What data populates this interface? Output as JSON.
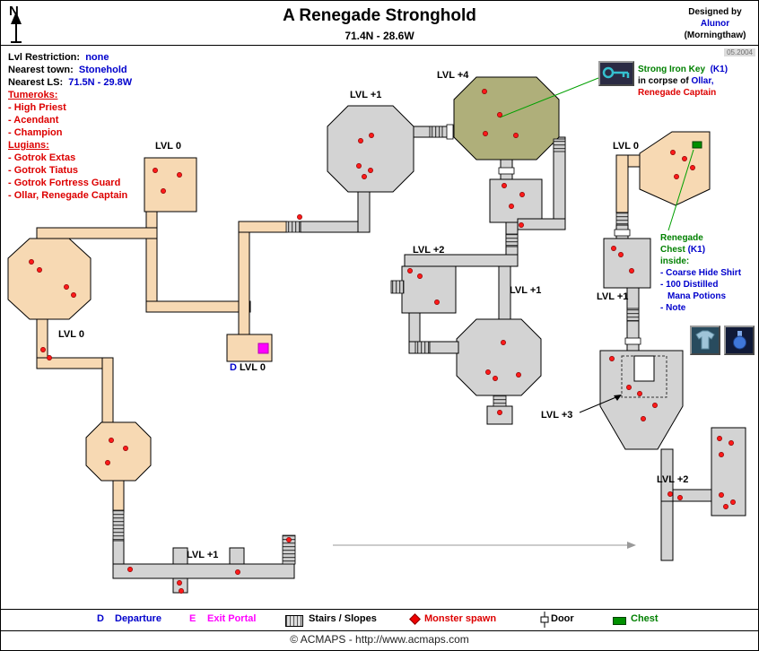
{
  "header": {
    "compass": "N",
    "title": "A Renegade Stronghold",
    "coords": "71.4N - 28.6W",
    "designed_by": "Designed by",
    "designer": "Alunor",
    "world": "(Morningthaw)",
    "date": "05.2004"
  },
  "info": {
    "restriction_label": "Lvl Restriction:",
    "restriction_value": "none",
    "town_label": "Nearest town:",
    "town_value": "Stonehold",
    "ls_label": "Nearest LS:",
    "ls_value": "71.5N - 29.8W",
    "tumeroks_header": "Tumeroks:",
    "tumeroks": [
      "- High Priest",
      "- Acendant",
      "- Champion"
    ],
    "lugians_header": "Lugians:",
    "lugians": [
      "- Gotrok Extas",
      "- Gotrok Tiatus",
      "- Gotrok Fortress Guard",
      "- Ollar, Renegade Captain"
    ]
  },
  "key_note": {
    "name": "Strong Iron Key",
    "key_id": "(K1)",
    "prefix": "in corpse of",
    "owner": "Ollar,",
    "owner_title": "Renegade Captain"
  },
  "chest_note": {
    "line1": "Renegade",
    "line2": "Chest",
    "key_id": "(K1)",
    "inside": "inside:",
    "items": [
      "- Coarse Hide Shirt",
      "- 100 Distilled",
      "Mana Potions",
      "- Note"
    ]
  },
  "map": {
    "labels": [
      {
        "text": "LVL 0"
      },
      {
        "text": "LVL 0"
      },
      {
        "text": "LVL +1"
      },
      {
        "text": "LVL +4"
      },
      {
        "text": "LVL +2"
      },
      {
        "text": "LVL +1"
      },
      {
        "text": "LVL 0"
      },
      {
        "text": "LVL +1"
      },
      {
        "text": "LVL +3"
      },
      {
        "text": "LVL +2"
      },
      {
        "text": "LVL +1"
      }
    ],
    "departure": {
      "d": "D",
      "lvl": "LVL 0"
    }
  },
  "legend": {
    "departure_key": "D",
    "departure_label": "Departure",
    "exit_key": "E",
    "exit_label": "Exit Portal",
    "stairs_label": "Stairs / Slopes",
    "spawn_label": "Monster spawn",
    "door_label": "Door",
    "chest_label": "Chest"
  },
  "footer": {
    "copyright": "© ACMAPS - http://www.acmaps.com"
  },
  "colors": {
    "blue": "#0000cc",
    "red": "#dd0000",
    "green": "#008000",
    "magenta": "#ff00ff",
    "room_low": "#f7d9b3",
    "room_mid": "#d3d3d3",
    "room_high": "#afaf7a",
    "spawn": "#ff1a1a"
  }
}
